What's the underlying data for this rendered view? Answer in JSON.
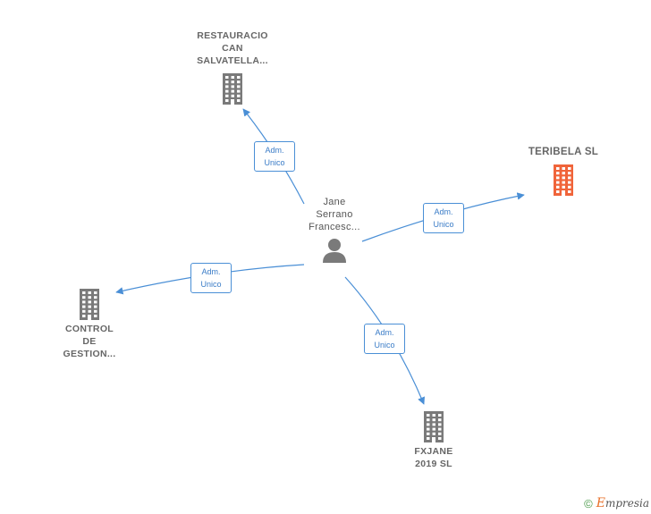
{
  "center": {
    "label": "Jane\nSerrano\nFrancesc..."
  },
  "companies": [
    {
      "id": "restauracio",
      "label": "RESTAURACIO\nCAN\nSALVATELLA..."
    },
    {
      "id": "teribela",
      "label": "TERIBELA  SL",
      "highlight": true
    },
    {
      "id": "control",
      "label": "CONTROL\nDE\nGESTION..."
    },
    {
      "id": "fxjane",
      "label": "FXJANE\n2019  SL"
    }
  ],
  "relation": {
    "line1": "Adm.",
    "line2": "Unico"
  },
  "colors": {
    "icon": "#7a7a7a",
    "highlight": "#f0643a",
    "edge": "#4a8fd6"
  },
  "footer": {
    "copyright": "©",
    "brand_first": "E",
    "brand_rest": "mpresia"
  }
}
